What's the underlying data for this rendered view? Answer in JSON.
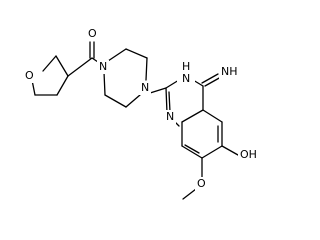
{
  "molecule": {
    "atoms": {
      "ring_oxygen": "O",
      "carbonyl_oxygen": "O",
      "piperazine_n_top": "N",
      "piperazine_n_bottom": "N",
      "nh_n": "N",
      "nh_h": "H",
      "ring_n_bottom": "N",
      "imine": "NH",
      "hydroxyl": "OH",
      "methoxy_oxygen": "O"
    }
  }
}
